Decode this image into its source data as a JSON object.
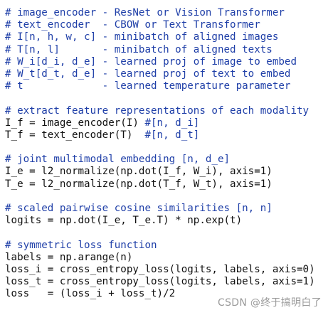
{
  "code_block": {
    "lines": [
      {
        "segments": [
          {
            "text": "# image_encoder - ResNet or Vision Transformer",
            "kind": "comment"
          }
        ]
      },
      {
        "segments": [
          {
            "text": "# text_encoder  - CBOW or Text Transformer",
            "kind": "comment"
          }
        ]
      },
      {
        "segments": [
          {
            "text": "# I[n, h, w, c] - minibatch of aligned images",
            "kind": "comment"
          }
        ]
      },
      {
        "segments": [
          {
            "text": "# T[n, l]       - minibatch of aligned texts",
            "kind": "comment"
          }
        ]
      },
      {
        "segments": [
          {
            "text": "# W_i[d_i, d_e] - learned proj of image to embed",
            "kind": "comment"
          }
        ]
      },
      {
        "segments": [
          {
            "text": "# W_t[d_t, d_e] - learned proj of text to embed",
            "kind": "comment"
          }
        ]
      },
      {
        "segments": [
          {
            "text": "# t             - learned temperature parameter",
            "kind": "comment"
          }
        ]
      },
      {
        "segments": []
      },
      {
        "segments": [
          {
            "text": "# extract feature representations of each modality",
            "kind": "comment"
          }
        ]
      },
      {
        "segments": [
          {
            "text": "I_f = image_encoder(I) ",
            "kind": "code"
          },
          {
            "text": "#[n, d_i]",
            "kind": "inline-comment"
          }
        ]
      },
      {
        "segments": [
          {
            "text": "T_f = text_encoder(T)  ",
            "kind": "code"
          },
          {
            "text": "#[n, d_t]",
            "kind": "inline-comment"
          }
        ]
      },
      {
        "segments": []
      },
      {
        "segments": [
          {
            "text": "# joint multimodal embedding [n, d_e]",
            "kind": "comment"
          }
        ]
      },
      {
        "segments": [
          {
            "text": "I_e = l2_normalize(np.dot(I_f, W_i), axis=1)",
            "kind": "code"
          }
        ]
      },
      {
        "segments": [
          {
            "text": "T_e = l2_normalize(np.dot(T_f, W_t), axis=1)",
            "kind": "code"
          }
        ]
      },
      {
        "segments": []
      },
      {
        "segments": [
          {
            "text": "# scaled pairwise cosine similarities [n, n]",
            "kind": "comment"
          }
        ]
      },
      {
        "segments": [
          {
            "text": "logits = np.dot(I_e, T_e.T) * np.exp(t)",
            "kind": "code"
          }
        ]
      },
      {
        "segments": []
      },
      {
        "segments": [
          {
            "text": "# symmetric loss function",
            "kind": "comment"
          }
        ]
      },
      {
        "segments": [
          {
            "text": "labels = np.arange(n)",
            "kind": "code"
          }
        ]
      },
      {
        "segments": [
          {
            "text": "loss_i = cross_entropy_loss(logits, labels, axis=0)",
            "kind": "code"
          }
        ]
      },
      {
        "segments": [
          {
            "text": "loss_t = cross_entropy_loss(logits, labels, axis=1)",
            "kind": "code"
          }
        ]
      },
      {
        "segments": [
          {
            "text": "loss   = (loss_i + loss_t)/2",
            "kind": "code"
          }
        ]
      }
    ]
  },
  "watermark": {
    "text": "CSDN @终于搞明白了"
  },
  "colors": {
    "comment": "#1f3fa8",
    "code": "#111111",
    "watermark": "#9a9a9a",
    "background": "#ffffff"
  }
}
